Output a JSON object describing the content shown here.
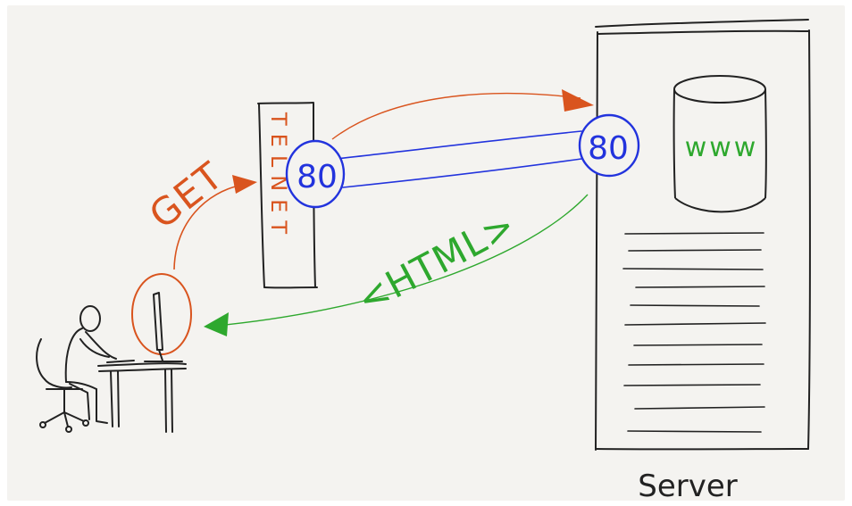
{
  "colors": {
    "background": "#f4f3f0",
    "ink": "#222222",
    "request": "#d9541e",
    "port": "#2233dd",
    "response": "#2ea82e"
  },
  "labels": {
    "get": "GET",
    "telnet": "TELNET",
    "client_port": "80",
    "server_port": "80",
    "response": "<HTML>",
    "database": "www",
    "server": "Server"
  },
  "icons": {
    "user": "person-at-desk-icon",
    "database": "database-cylinder-icon"
  }
}
